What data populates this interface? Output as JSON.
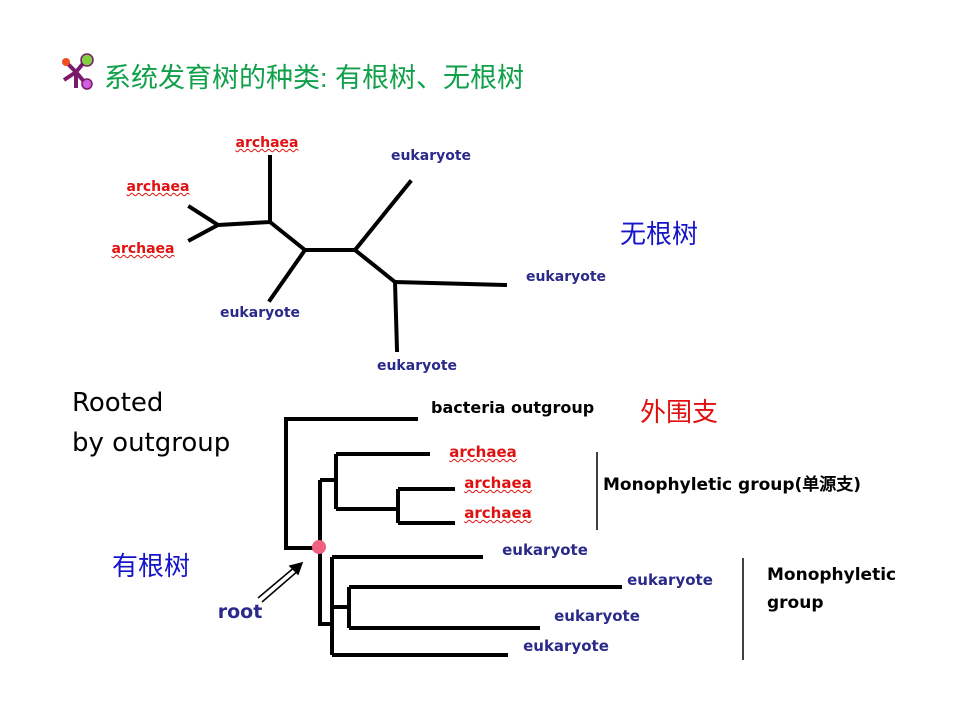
{
  "title": "系统发育树的种类: 有根树、无根树",
  "unrooted": {
    "label": "无根树",
    "leaves": [
      "archaea",
      "archaea",
      "archaea",
      "eukaryote",
      "eukaryote",
      "eukaryote",
      "eukaryote"
    ]
  },
  "rooted": {
    "heading_line1": "Rooted",
    "heading_line2": "by outgroup",
    "label": "有根树",
    "root_label": "root",
    "outgroup": "bacteria outgroup",
    "outgroup_cn": "外围支",
    "archaea": [
      "archaea",
      "archaea",
      "archaea"
    ],
    "eukaryotes": [
      "eukaryote",
      "eukaryote",
      "eukaryote",
      "eukaryote"
    ],
    "group1": "Monophyletic group(单源支)",
    "group2_line1": "Monophyletic",
    "group2_line2": "group"
  },
  "colors": {
    "title": "#10a04a",
    "archaea": "#e01010",
    "eukaryote": "#2a2a8a",
    "root_dot": "#f06080"
  }
}
